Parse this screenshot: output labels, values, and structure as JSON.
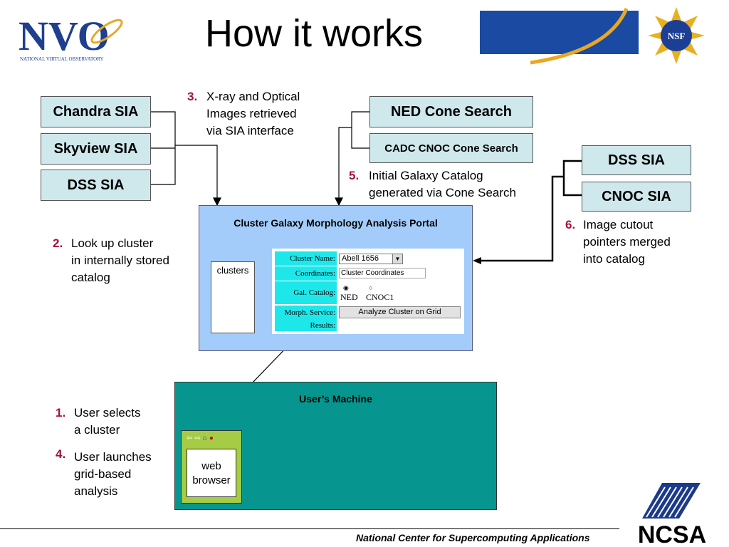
{
  "header": {
    "title": "How it works",
    "nvo_logo_text": "NVO",
    "nvo_subtitle": "NATIONAL VIRTUAL OBSERVATORY",
    "nsf_logo_text": "NSF"
  },
  "services_left": [
    "Chandra SIA",
    "Skyview SIA",
    "DSS SIA"
  ],
  "services_mid": [
    "NED Cone Search",
    "CADC CNOC Cone Search"
  ],
  "services_right": [
    "DSS SIA",
    "CNOC SIA"
  ],
  "steps": [
    {
      "num": "1.",
      "text": "User selects\na cluster"
    },
    {
      "num": "2.",
      "text": "Look up cluster\nin internally stored\ncatalog"
    },
    {
      "num": "3.",
      "text": "X-ray and Optical\nImages retrieved\nvia SIA interface"
    },
    {
      "num": "4.",
      "text": "User launches\ngrid-based\nanalysis"
    },
    {
      "num": "5.",
      "text": "Initial Galaxy Catalog\ngenerated via Cone Search"
    },
    {
      "num": "6.",
      "text": "Image cutout\npointers merged\ninto catalog"
    }
  ],
  "portal": {
    "title": "Cluster Galaxy Morphology Analysis Portal",
    "clusters_label": "clusters",
    "form": {
      "cluster_name_label": "Cluster Name:",
      "cluster_name_value": "Abell 1656",
      "coordinates_label": "Coordinates:",
      "coordinates_value": "Cluster Coordinates",
      "gal_catalog_label": "Gal. Catalog:",
      "catalog_options": [
        "NED",
        "CNOC1"
      ],
      "catalog_selected": "NED",
      "morph_label": "Morph. Service:",
      "analyze_button": "Analyze Cluster on Grid",
      "results_label": "Results:"
    }
  },
  "machine": {
    "title": "User’s Machine",
    "browser_label": "web\nbrowser"
  },
  "footer": {
    "text": "National Center for Supercomputing Applications",
    "ncsa_logo_text": "NCSA"
  },
  "colors": {
    "title_band": "#1a4aa2",
    "service_box": "#cfe8ec",
    "portal": "#a3ccfa",
    "machine": "#06968f",
    "browser": "#a5cc44",
    "form_label": "#1ee7ea",
    "step_number": "#a3103a"
  }
}
